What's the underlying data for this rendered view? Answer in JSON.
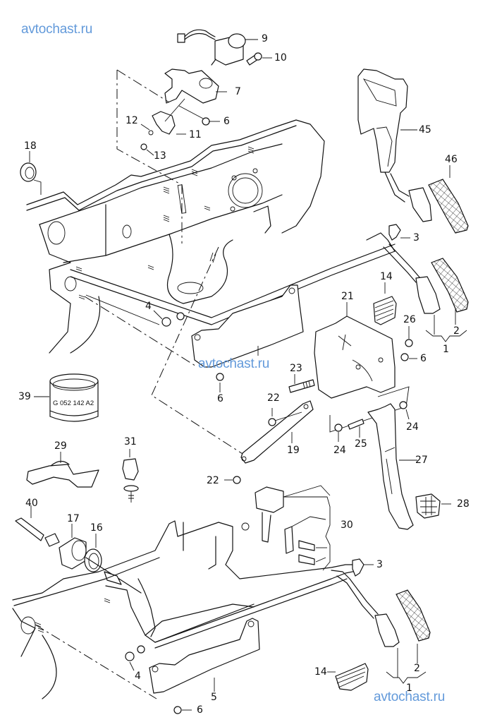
{
  "watermarks": {
    "top_left": "avtochast.ru",
    "middle": "avtochast.ru",
    "bottom_right": "avtochast.ru",
    "color": "#5b95d9"
  },
  "diagram": {
    "type": "exploded parts diagram",
    "subject": "pedal cluster / accelerator and clutch pedal assembly",
    "callouts": {
      "c9": "9",
      "c10": "10",
      "c7": "7",
      "c6a": "6",
      "c12": "12",
      "c11": "11",
      "c13": "13",
      "c18": "18",
      "c45": "45",
      "c46": "46",
      "c3a": "3",
      "c14a": "14",
      "c21": "21",
      "c26": "26",
      "c6b": "6",
      "c2a": "2",
      "c1a": "1",
      "c4a": "4",
      "c6c": "6",
      "c23": "23",
      "c39": "39",
      "c22a": "22",
      "c24a": "24",
      "c19": "19",
      "c25": "25",
      "c24b": "24",
      "c27": "27",
      "c29": "29",
      "c31": "31",
      "c22b": "22",
      "c28": "28",
      "c40": "40",
      "c17": "17",
      "c16": "16",
      "c30": "30",
      "c3b": "3",
      "c4b": "4",
      "c5": "5",
      "c6d": "6",
      "c14b": "14",
      "c2b": "2",
      "c1b": "1"
    },
    "part_code_39": "G 052 142 A2"
  }
}
